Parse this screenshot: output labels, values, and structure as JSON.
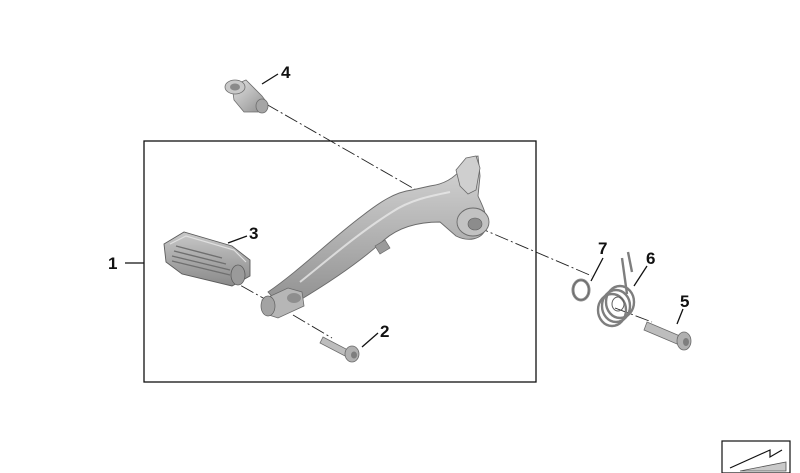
{
  "callouts": {
    "c1": "1",
    "c2": "2",
    "c3": "3",
    "c4": "4",
    "c5": "5",
    "c6": "6",
    "c7": "7"
  },
  "parts": {
    "p1": "assembly-frame",
    "p2": "bolt-short",
    "p3": "foot-peg-rubber",
    "p4": "bushing",
    "p5": "bolt",
    "p6": "torsion-spring",
    "p7": "washer"
  },
  "colors": {
    "part_fill": "#b9b9b9",
    "part_dark": "#8d8d8d",
    "part_light": "#dcdcdc",
    "line": "#111111"
  },
  "icons": {
    "corner": "catalog-overview-icon"
  }
}
